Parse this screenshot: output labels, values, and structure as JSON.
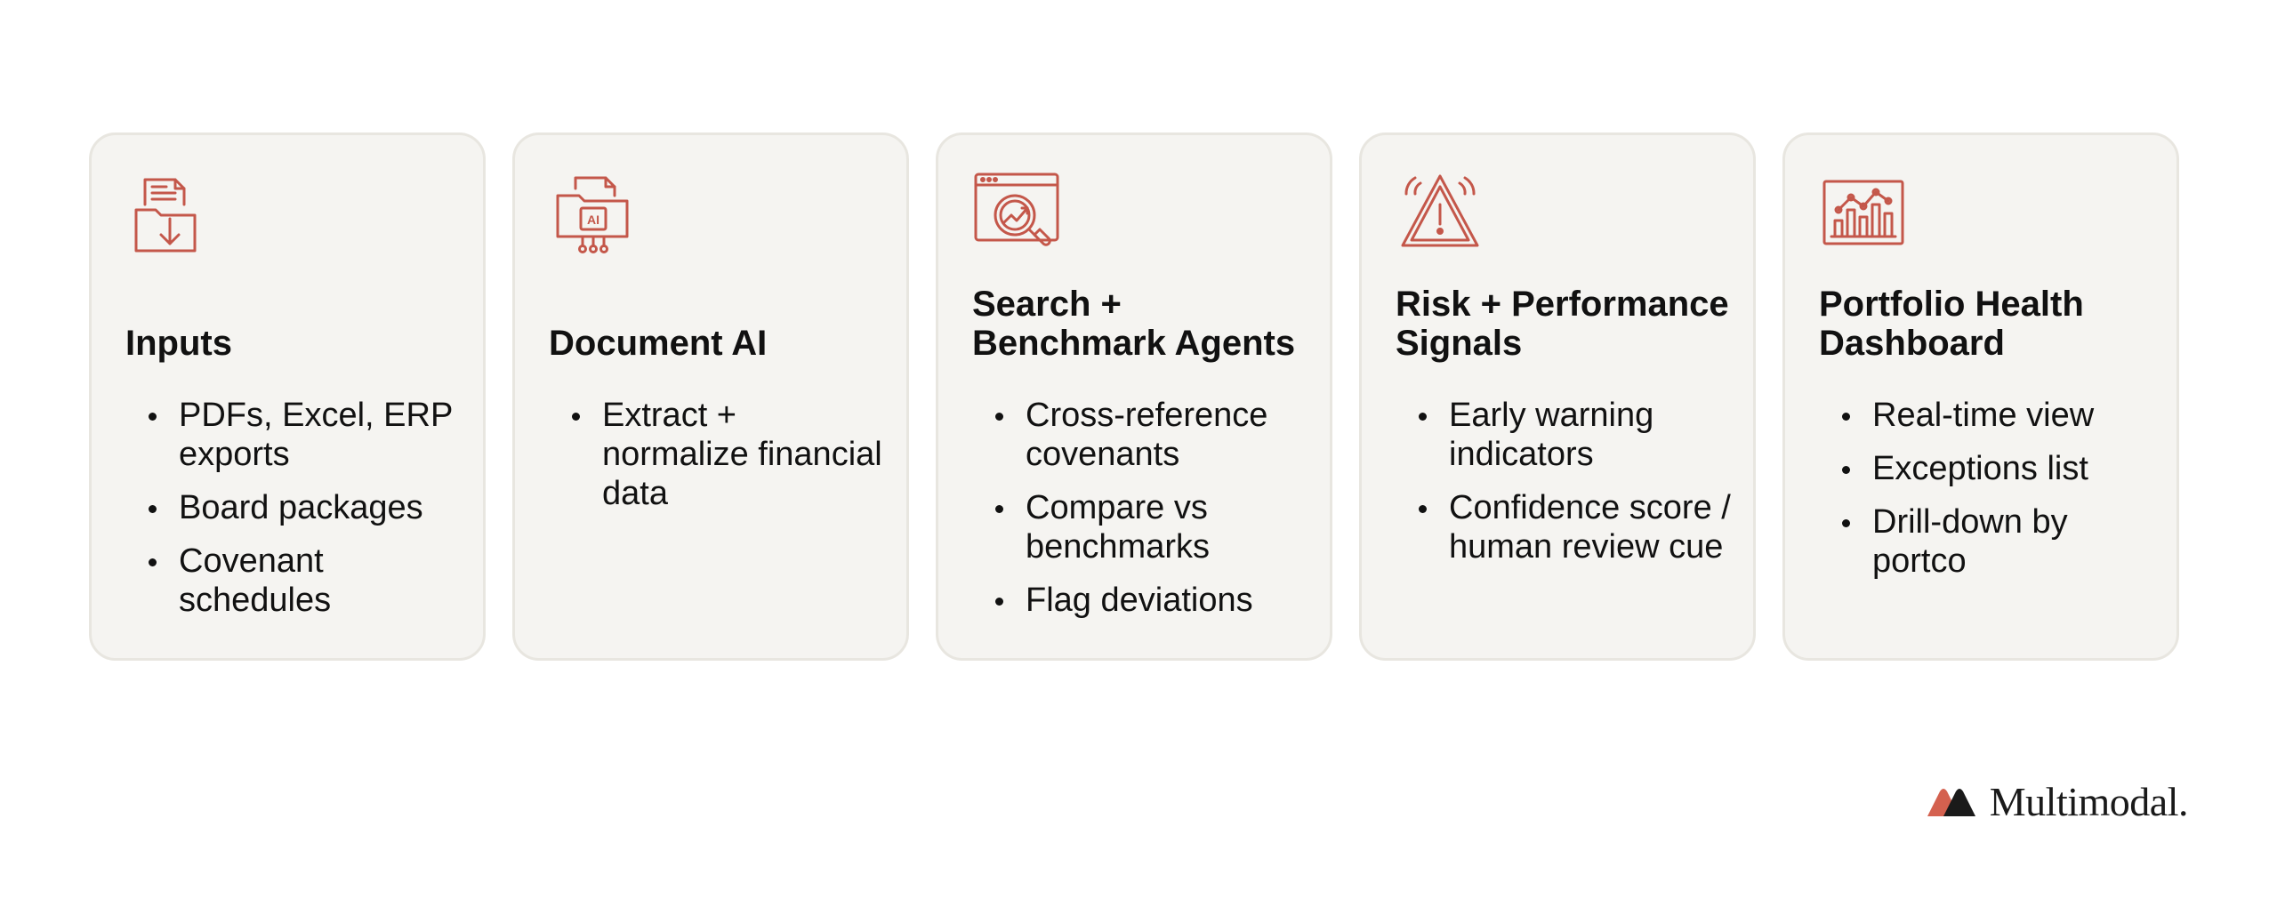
{
  "cards": [
    {
      "icon": "folder-download-icon",
      "title": "Inputs",
      "items": [
        "PDFs, Excel, ERP exports",
        "Board packages",
        "Covenant schedules"
      ]
    },
    {
      "icon": "folder-ai-icon",
      "title": "Document AI",
      "items": [
        "Extract + normalize financial data"
      ]
    },
    {
      "icon": "search-chart-icon",
      "title": "Search + Benchmark Agents",
      "items": [
        "Cross-reference covenants",
        "Compare vs benchmarks",
        "Flag deviations"
      ]
    },
    {
      "icon": "warning-triangle-icon",
      "title": "Risk + Performance Signals",
      "items": [
        "Early warning indicators",
        "Confidence score / human review cue"
      ]
    },
    {
      "icon": "dashboard-chart-icon",
      "title": "Portfolio Health Dashboard",
      "items": [
        "Real-time view",
        "Exceptions list",
        "Drill-down by portco"
      ]
    }
  ],
  "brand": {
    "name": "Multimodal.",
    "logo": "multimodal-logo-icon"
  },
  "colors": {
    "icon_accent": "#c4574a",
    "card_bg": "#f5f4f1",
    "card_border": "#e8e6e0",
    "text": "#111111"
  }
}
